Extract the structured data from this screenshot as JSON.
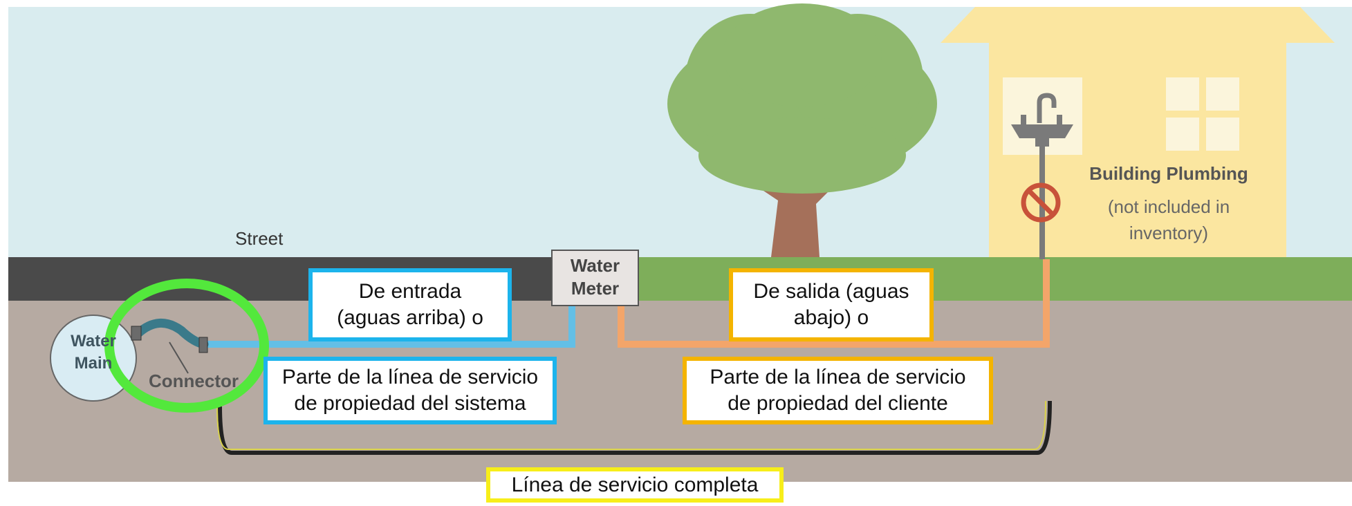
{
  "scene": {
    "street": "Street",
    "water_main": "Water Main",
    "connector": "Connector",
    "water_meter": "Water Meter",
    "building_plumbing_title": "Building Plumbing",
    "building_plumbing_note": "(not included in inventory)"
  },
  "callouts": {
    "upstream": "De entrada (aguas arriba) o",
    "system_owned": "Parte de la línea de servicio de propiedad del sistema",
    "downstream": "De salida (aguas abajo) o",
    "customer_owned": "Parte de la línea de servicio de propiedad del cliente",
    "complete": "Línea de servicio completa"
  },
  "colors": {
    "sky": "#d9ecef",
    "street": "#4a4a4a",
    "grass": "#7eae5a",
    "soil": "#b6aaa2",
    "system_pipe": "#63bfe6",
    "customer_pipe": "#f3a56a",
    "highlight_ring": "#53e83c",
    "house": "#fbe6a0",
    "blue_border": "#1cb4ec",
    "orange_border": "#f4b400",
    "yellow_border": "#f7ee1a"
  }
}
